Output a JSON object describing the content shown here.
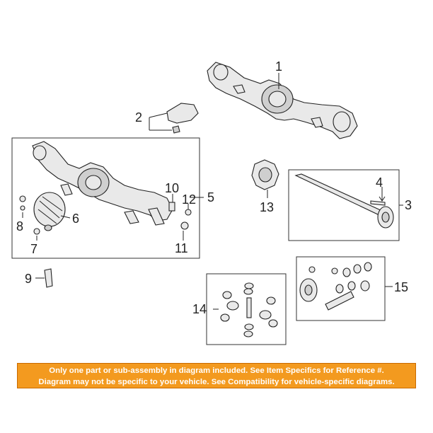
{
  "callouts": {
    "c1": "1",
    "c2": "2",
    "c3": "3",
    "c4": "4",
    "c5": "5",
    "c6": "6",
    "c7": "7",
    "c8": "8",
    "c9": "9",
    "c10": "10",
    "c11": "11",
    "c12": "12",
    "c13": "13",
    "c14": "14",
    "c15": "15"
  },
  "disclaimer": {
    "line1": "Only one part or sub-assembly in diagram included. See Item Specifics for Reference #.",
    "line2": "Diagram may not be specific to your vehicle. See Compatibility for vehicle-specific diagrams.",
    "background_color": "#f39a1f"
  }
}
